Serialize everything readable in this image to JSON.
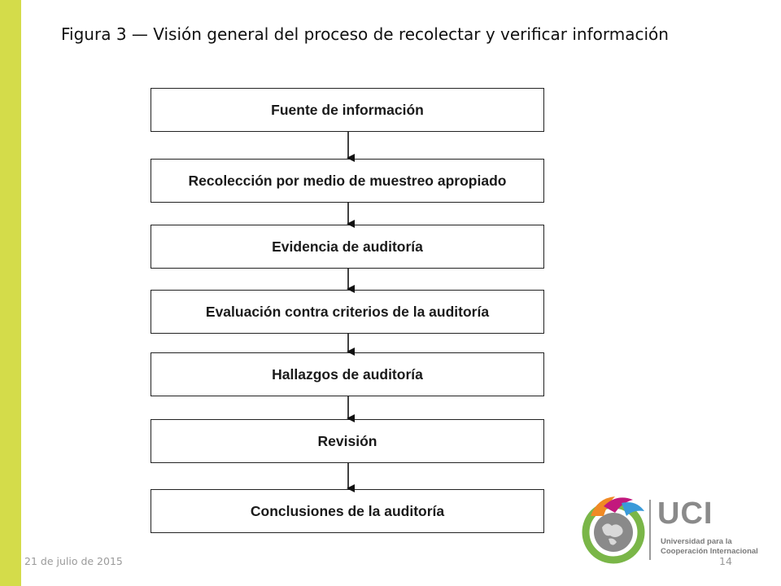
{
  "slide": {
    "title": "Figura 3 — Visión general del proceso de recolectar y verificar información",
    "footer_date": "21 de julio de 2015",
    "page_number": "14"
  },
  "flow": {
    "steps": [
      "Fuente de información",
      "Recolección por medio de muestreo apropiado",
      "Evidencia de auditoría",
      "Evaluación contra criterios de la auditoría",
      "Hallazgos de auditoría",
      "Revisión",
      "Conclusiones de la auditoría"
    ]
  },
  "logo": {
    "name": "UCI",
    "line1": "Universidad para la",
    "line2": "Cooperación Internacional"
  },
  "colors": {
    "side_bar": "#d4dc4a",
    "box_border": "#222222",
    "logo_green": "#7ab648",
    "logo_orange": "#f08a24",
    "logo_magenta": "#c2187d",
    "logo_blue": "#3a9ad9"
  }
}
